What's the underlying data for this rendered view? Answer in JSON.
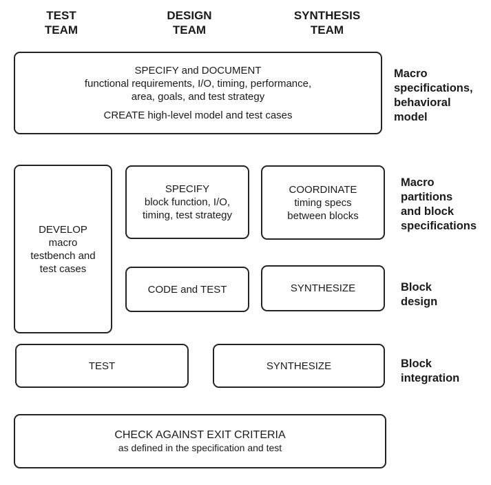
{
  "headers": {
    "test_team": "TEST\nTEAM",
    "design_team": "DESIGN\nTEAM",
    "synthesis_team": "SYNTHESIS\nTEAM"
  },
  "phases": {
    "specs": "Macro\nspecifications,\nbehavioral\nmodel",
    "partitions": "Macro\npartitions\nand block\nspecifications",
    "block_design": "Block\ndesign",
    "integration": "Block\nintegration"
  },
  "boxes": {
    "specify_document": {
      "title": "SPECIFY and DOCUMENT",
      "detail": "functional requirements, I/O, timing, performance,\narea, goals, and test strategy",
      "extra": "CREATE high-level model and test cases"
    },
    "develop": {
      "title": "DEVELOP",
      "detail": "macro\ntestbench and\ntest cases"
    },
    "specify_block": {
      "title": "SPECIFY",
      "detail": "block function, I/O,\ntiming, test strategy"
    },
    "coordinate": {
      "title": "COORDINATE",
      "detail": "timing specs\nbetween blocks"
    },
    "code_test": {
      "title": "CODE and TEST"
    },
    "synthesize_block": {
      "title": "SYNTHESIZE"
    },
    "test": {
      "title": "TEST"
    },
    "synthesize_integration": {
      "title": "SYNTHESIZE"
    },
    "exit_criteria": {
      "title": "CHECK AGAINST EXIT CRITERIA",
      "detail": "as defined in the specification and test"
    }
  }
}
